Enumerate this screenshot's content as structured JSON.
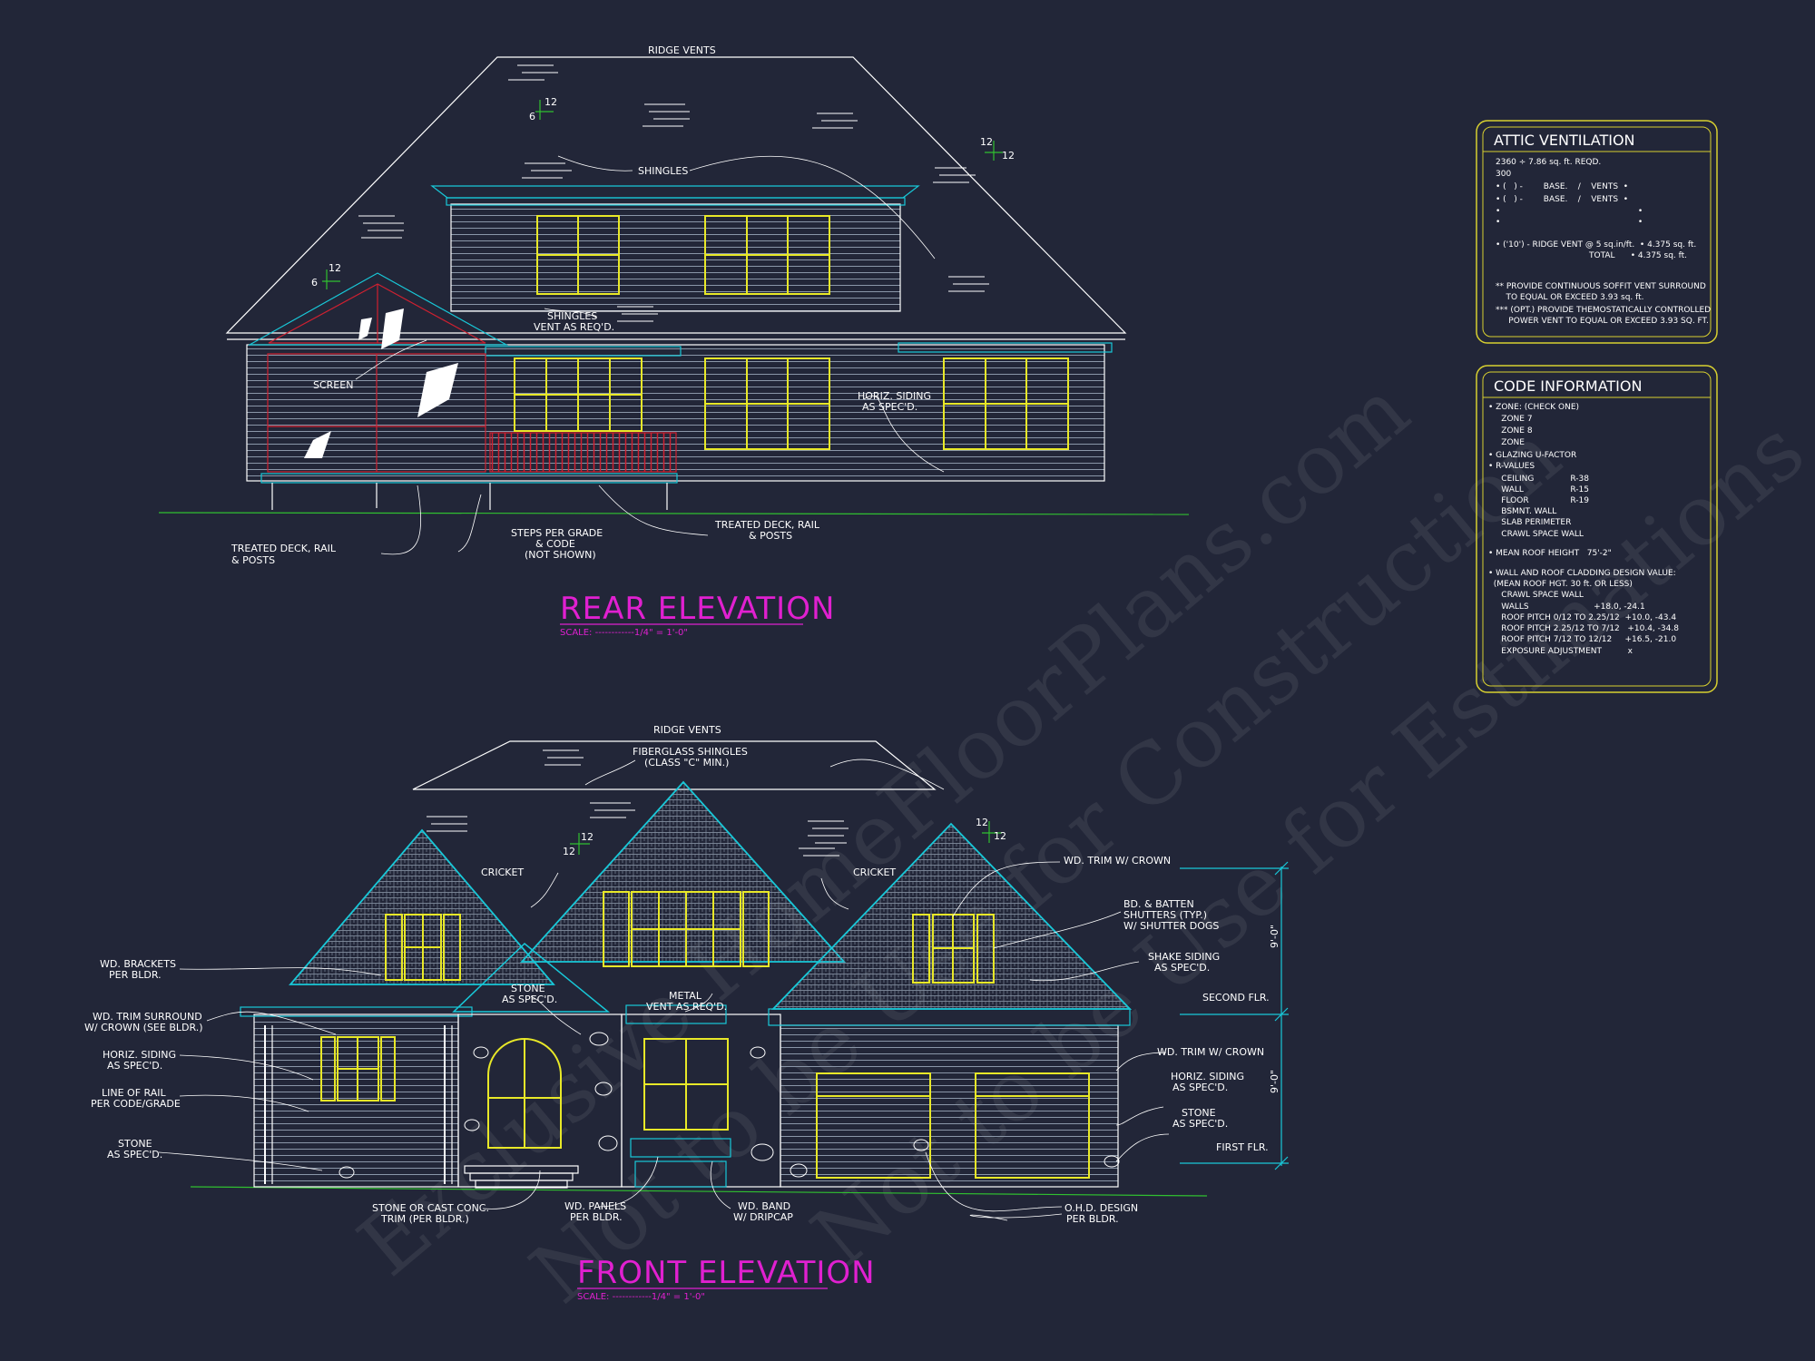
{
  "rear": {
    "title": "REAR ELEVATION",
    "scale": "SCALE: ------------1/4\" = 1'-0\"",
    "labels": {
      "ridge_vents": "RIDGE VENTS",
      "shingles": "SHINGLES",
      "shingles_vent_1": "SHINGLES",
      "shingles_vent_2": "VENT AS REQ'D.",
      "screen": "SCREEN",
      "horiz_siding_1": "HORIZ. SIDING",
      "horiz_siding_2": "AS SPEC'D.",
      "deck_left_1": "TREATED DECK, RAIL",
      "deck_left_2": "& POSTS",
      "steps_1": "STEPS PER GRADE",
      "steps_2": "& CODE",
      "steps_3": "(NOT SHOWN)",
      "deck_right_1": "TREATED DECK, RAIL",
      "deck_right_2": "& POSTS"
    },
    "pitches": [
      {
        "rise": "6",
        "run": "12"
      },
      {
        "rise": "12",
        "run": "12"
      },
      {
        "rise": "6",
        "run": "12"
      }
    ]
  },
  "front": {
    "title": "FRONT ELEVATION",
    "scale": "SCALE: ------------1/4\" = 1'-0\"",
    "labels": {
      "ridge_vents": "RIDGE VENTS",
      "fiberglass_1": "FIBERGLASS SHINGLES",
      "fiberglass_2": "(CLASS \"C\" MIN.)",
      "cricket_left": "CRICKET",
      "cricket_right": "CRICKET",
      "wd_trim_crown_top": "WD. TRIM W/ CROWN",
      "bd_batten_1": "BD. & BATTEN",
      "bd_batten_2": "SHUTTERS (TYP.)",
      "bd_batten_3": "W/ SHUTTER DOGS",
      "shake_1": "SHAKE SIDING",
      "shake_2": "AS SPEC'D.",
      "second_flr": "SECOND FLR.",
      "first_flr": "FIRST FLR.",
      "wd_trim_crown_right": "WD. TRIM W/ CROWN",
      "horiz_right_1": "HORIZ. SIDING",
      "horiz_right_2": "AS SPEC'D.",
      "stone_right_1": "STONE",
      "stone_right_2": "AS SPEC'D.",
      "brackets_1": "WD. BRACKETS",
      "brackets_2": "PER BLDR.",
      "trim_surround_1": "WD. TRIM SURROUND",
      "trim_surround_2": "W/ CROWN (SEE BLDR.)",
      "horiz_left_1": "HORIZ. SIDING",
      "horiz_left_2": "AS SPEC'D.",
      "rail_1": "LINE OF RAIL",
      "rail_2": "PER CODE/GRADE",
      "stone_left_1": "STONE",
      "stone_left_2": "AS SPEC'D.",
      "stone_mid_1": "STONE",
      "stone_mid_2": "AS SPEC'D.",
      "metal_1": "METAL",
      "metal_2": "VENT AS REQ'D.",
      "stone_cast_1": "STONE OR CAST CONC.",
      "stone_cast_2": "TRIM (PER BLDR.)",
      "panels_1": "WD. PANELS",
      "panels_2": "PER BLDR.",
      "band_1": "WD. BAND",
      "band_2": "W/ DRIPCAP",
      "ohd_1": "O.H.D. DESIGN",
      "ohd_2": "PER BLDR.",
      "dim_upper": "9'-0\"",
      "dim_lower": "9'-0\""
    },
    "pitches": [
      {
        "rise": "12",
        "run": "12"
      },
      {
        "rise": "12",
        "run": "12"
      }
    ]
  },
  "attic_ventilation": {
    "title": "ATTIC VENTILATION",
    "lines": [
      "2360 ÷ 7.86 sq. ft. REQD.",
      "300",
      "• (   ) -        BASE.    /    VENTS  •",
      "• (   ) -        BASE.    /    VENTS  •",
      "•                                                     •",
      "•                                                     •",
      "• ('10') - RIDGE VENT @ 5 sq.in/ft.  • 4.375 sq. ft.",
      "                                    TOTAL      • 4.375 sq. ft.",
      "",
      "** PROVIDE CONTINUOUS SOFFIT VENT SURROUND",
      "    TO EQUAL OR EXCEED 3.93 sq. ft.",
      "*** (OPT.) PROVIDE THEMOSTATICALLY CONTROLLED",
      "     POWER VENT TO EQUAL OR EXCEED 3.93 SQ. FT."
    ]
  },
  "code_information": {
    "title": "CODE INFORMATION",
    "lines": [
      "• ZONE: (CHECK ONE)",
      "     ZONE 7",
      "     ZONE 8",
      "     ZONE",
      "• GLAZING U-FACTOR",
      "• R-VALUES",
      "     CEILING              R-38",
      "     WALL                  R-15",
      "     FLOOR                R-19",
      "     BSMNT. WALL",
      "     SLAB PERIMETER",
      "     CRAWL SPACE WALL",
      "• MEAN ROOF HEIGHT   75'-2\"",
      "• WALL AND ROOF CLADDING DESIGN VALUE:",
      "  (MEAN ROOF HGT. 30 ft. OR LESS)",
      "     CRAWL SPACE WALL",
      "     WALLS                         +18.0, -24.1",
      "     ROOF PITCH 0/12 TO 2.25/12  +10.0, -43.4",
      "     ROOF PITCH 2.25/12 TO 7/12   +10.4, -34.8",
      "     ROOF PITCH 7/12 TO 12/12     +16.5, -21.0",
      "     EXPOSURE ADJUSTMENT          x"
    ]
  },
  "watermark": {
    "line1": "Exclusive HomeFloorPlans.com",
    "line2": "Not to be Use for Construction",
    "line3": "Not to be Use for Estimations"
  },
  "colors": {
    "background": "#222638",
    "outline": "#ffffff",
    "trim": "#18c8d8",
    "windows": "#e8e828",
    "deck_rail": "#d02030",
    "titles": "#e020d0",
    "ground": "#30c030",
    "dimension": "#18c8d8",
    "box_border": "#d8d030"
  }
}
